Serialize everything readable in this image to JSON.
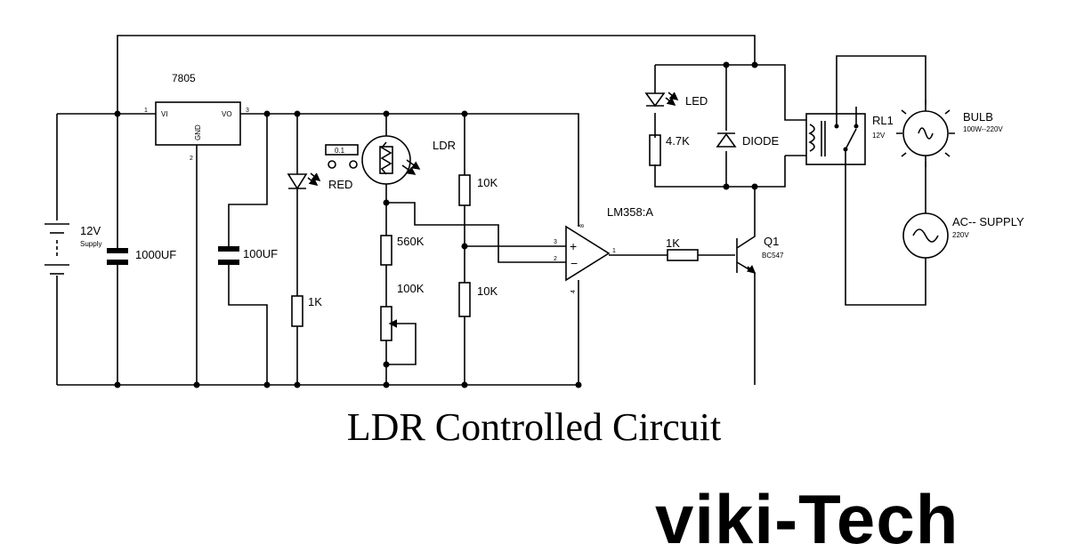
{
  "caption": "LDR Controlled Circuit",
  "watermark": "viki-Tech",
  "components": {
    "battery": {
      "name": "12V",
      "note": "Supply"
    },
    "regulator": {
      "name": "7805",
      "vi": "VI",
      "vo": "VO",
      "gnd": "GND",
      "pin1": "1",
      "pin2": "2",
      "pin3": "3"
    },
    "cap1": {
      "value": "1000UF"
    },
    "cap2": {
      "value": "100UF"
    },
    "red_led": {
      "name": "RED"
    },
    "r_led": {
      "value": "1K"
    },
    "ldr": {
      "name": "LDR",
      "meter": "0.1"
    },
    "r560": {
      "value": "560K"
    },
    "pot": {
      "value": "100K"
    },
    "r10_top": {
      "value": "10K"
    },
    "r10_bot": {
      "value": "10K"
    },
    "opamp": {
      "name": "LM358:A",
      "pin8": "8",
      "pin3": "3",
      "pin2": "2",
      "pin1": "1",
      "pin4": "4",
      "plus": "+",
      "minus": "−"
    },
    "r_base": {
      "value": "1K"
    },
    "transistor": {
      "name": "Q1",
      "type": "BC547"
    },
    "led": {
      "name": "LED"
    },
    "r47": {
      "value": "4.7K"
    },
    "diode": {
      "name": "DIODE"
    },
    "relay": {
      "name": "RL1",
      "rating": "12V"
    },
    "bulb": {
      "name": "BULB",
      "rating": "100W--220V"
    },
    "ac": {
      "name": "AC-- SUPPLY",
      "rating": "220V"
    }
  },
  "colors": {
    "line": "#000000",
    "background": "#ffffff"
  }
}
